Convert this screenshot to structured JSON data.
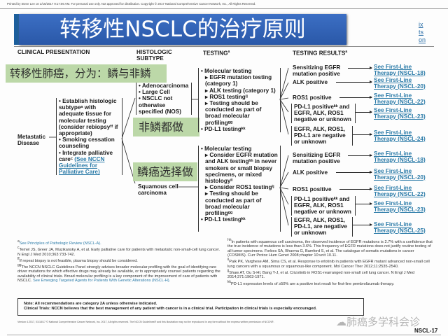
{
  "print_line": "Printed by Steve Lee on 2/16/2017 9:17:06 AM. For personal use only. Not approved for distribution. Copyright © 2017 National Comprehensive Cancer Network, Inc., All Rights Reserved.",
  "banner_title": "转移性NSCLC的治疗原则",
  "cut_links": [
    "ix",
    "ts",
    "on"
  ],
  "headers": {
    "clinical": "CLINICAL PRESENTATION",
    "histologic": "HISTOLOGIC SUBTYPE",
    "testing": "TESTING",
    "testing_sup": "a",
    "results": "TESTING RESULTS",
    "results_sup": "a"
  },
  "annotations": {
    "main": "转移性肺癌，分为：鳞与非鳞",
    "nonsq": "非鳞都做",
    "sq": "鳞癌选择做"
  },
  "clinical": {
    "disease": "Metastatic Disease",
    "items": [
      "Establish histologic subtypeᵃ with adequate tissue for molecular testing (consider rebiopsyᶠᶠ if appropriate)",
      "Smoking cessation counseling",
      "Integrate palliative careᶜ"
    ],
    "palliative_link": "(See NCCN Guidelines for Palliative Care)"
  },
  "histologic": {
    "nonsq": [
      "Adenocarcinoma",
      "Large Cell",
      "NSCLC not otherwise specified (NOS)"
    ],
    "sq": "Squamous cell carcinoma"
  },
  "testing": {
    "nonsq": {
      "title": "Molecular testing",
      "subs": [
        "EGFR mutation testing (category 1)",
        "ALK testing (category 1)",
        "ROS1 testingⁱʲ",
        "Testing should be conducted as part of broad molecular profilingᵍᵍ"
      ],
      "pdl1": "PD-L1 testingᵏᵏ"
    },
    "sq": {
      "title": "Molecular testing",
      "subs": [
        "Consider EGFR mutation and ALK testingʰʰ in never smokers or small biopsy specimens, or mixed histologyⁱⁱ",
        "Consider ROS1 testingⁱʲ",
        "Testing should be conducted as part of broad molecular profilingᵍᵍ"
      ],
      "pdl1": "PD-L1 testingᵏᵏ"
    }
  },
  "results": {
    "nonsq": [
      {
        "text": "Sensitizing EGFR mutation positive",
        "link": "See First-Line Therapy (NSCL-18)"
      },
      {
        "text": "ALK positive",
        "link": "See First-Line Therapy (NSCL-20)"
      },
      {
        "text": "ROS1 positive",
        "link": "See First-Line Therapy (NSCL-22)"
      },
      {
        "text": "PD-L1 positiveᵏᵏ and EGFR, ALK, ROS1 negative or unknown",
        "link": "See First-Line Therapy (NSCL-23)"
      },
      {
        "text": "EGFR, ALK, ROS1, PD-L1 are negative or unknown",
        "link": "See First-Line Therapy (NSCL-24)"
      }
    ],
    "sq": [
      {
        "text": "Sensitizing EGFR mutation positive",
        "link": "See First-Line Therapy (NSCL-18)"
      },
      {
        "text": "ALK positive",
        "link": "See First-Line Therapy (NSCL-20)"
      },
      {
        "text": "ROS1 positive",
        "link": "See First-Line Therapy (NSCL-22)"
      },
      {
        "text": "PD-L1 positiveᵏᵏ and EGFR, ALK, ROS1 negative or unknown",
        "link": "See First-Line Therapy (NSCL-23)"
      },
      {
        "text": "EGFR, ALK, ROS1, PD-L1, are negative or unknown",
        "link": "See First-Line Therapy (NSCL-25)"
      }
    ]
  },
  "footnotes_left": {
    "a_link": "See Principles of Pathologic Review (NSCL-A).",
    "c": "Temel JS, Greer JA, Muzikansky A, et al. Early palliative care for patients with metastatic non-small-cell lung cancer. N Engl J Med 2010;363:733-742.",
    "ff": "If repeat biopsy is not feasible, plasma biopsy should be considered.",
    "gg": "The NCCN NSCLC Guidelines Panel strongly advises broader molecular profiling with the goal of identifying rare driver mutations for which effective drugs may already be available, or to appropriately counsel patients regarding the availability of clinical trials. Broad molecular profiling is a key component of the improvement of care of patients with NSCLC.",
    "gg_link": "See Emerging Targeted Agents for Patients With Genetic Alterations (NSCL-H)."
  },
  "footnotes_right": {
    "hh": "In patients with squamous cell carcinoma, the observed incidence of EGFR mutations is 2.7% with a confidence that the true incidence of mutations is less than 3.6%. This frequency of EGFR mutations does not justify routine testing of all tumor specimens. Forbes SA, Bharma G, Bamford S, et al. The catalogue of somatic mutations in cancer (COSMIS). Curr Protoc Hum Genet 2008;chapter 10:unit 10.11.",
    "ii": "Paik PK, Varghese AM, Sima CS, et al. Response to erlotinib in patients with EGFR mutant advanced non-small cell lung cancers with a squamous or squamous-like component. Mol Cancer Ther 2012;11:2535-2540.",
    "jj": "Shaw AT, Ou S-HI, Bang Y-J, et al. Crizotinib in ROS1-rearranged non-small cell lung cancer. N Engl J Med 2014;371:1963-1971.",
    "kk": "PD-L1 expression levels of ≥50% are a positive test result for first-line pembrolizumab therapy."
  },
  "note": {
    "line1": "Note:  All recommendations are category 2A unless otherwise indicated.",
    "line2": "Clinical Trials: NCCN believes that the best management of any patient with cancer is in a clinical trial.  Participation in clinical trials is especially encouraged."
  },
  "version": "Version 4.2017, 01/18/17 © National Comprehensive Cancer Network, Inc. 2017, All rights reserved. The NCCN Guidelines® and this illustration may not be reproduced in any form without the express written permission of NCCN®.",
  "page_code": "NSCL-17",
  "watermark": "肺癌多学科会诊"
}
